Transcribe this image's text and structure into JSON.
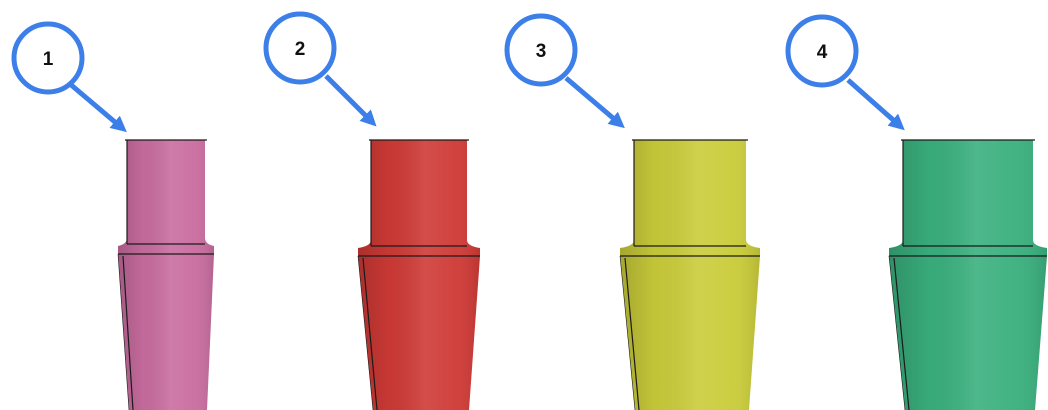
{
  "items": [
    {
      "label": "1",
      "color": "#C96DA0"
    },
    {
      "label": "2",
      "color": "#CF3A36"
    },
    {
      "label": "3",
      "color": "#CACC3A"
    },
    {
      "label": "4",
      "color": "#3AB07E"
    }
  ],
  "callout_color": "#3D7FE8"
}
